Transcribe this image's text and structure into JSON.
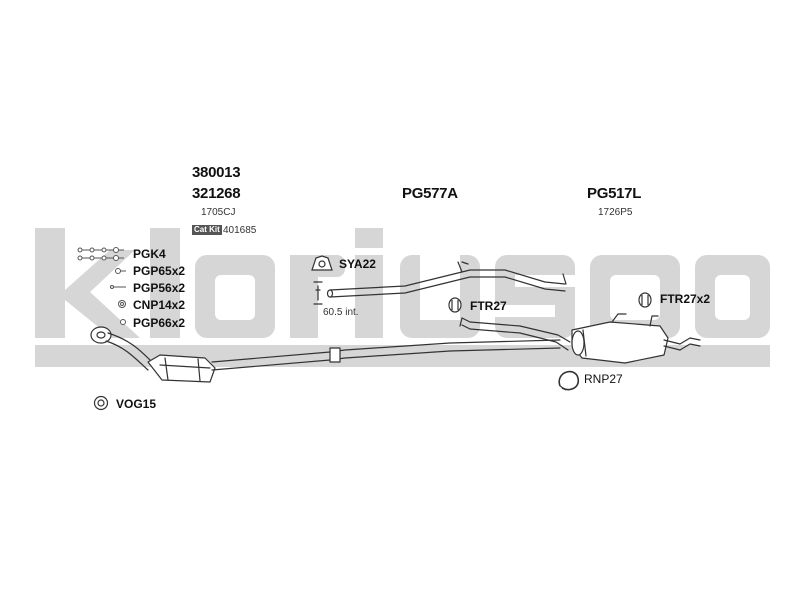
{
  "watermark": {
    "brand": "klarius",
    "color": "#d6d6d6"
  },
  "header_codes": {
    "code_1": "380013",
    "code_2": "321268",
    "code_3": "1705CJ",
    "catkit_badge": "Cat Kit",
    "catkit_code": "401685"
  },
  "middle_section": {
    "code": "PG577A",
    "measurement": "60.5 int."
  },
  "rear_section": {
    "code": "PG517L",
    "subcode": "1726P5"
  },
  "fittings": [
    {
      "label": "PGK4",
      "icon": "bolt-kit-icon"
    },
    {
      "label": "PGP65x2",
      "icon": "bolt-icon"
    },
    {
      "label": "PGP56x2",
      "icon": "pin-icon"
    },
    {
      "label": "CNP14x2",
      "icon": "nut-icon"
    },
    {
      "label": "PGP66x2",
      "icon": "small-bolt-icon"
    }
  ],
  "parts": {
    "sya22": "SYA22",
    "ftr27": "FTR27",
    "ftr27x2": "FTR27x2",
    "rnp27": "RNP27",
    "vog15": "VOG15"
  },
  "colors": {
    "line": "#333333",
    "fill": "#ffffff",
    "shade": "#dddddd"
  }
}
